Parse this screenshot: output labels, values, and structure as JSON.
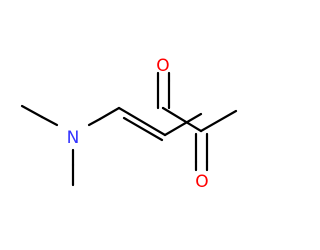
{
  "molecule": {
    "colors": {
      "bond": "#000000",
      "nitrogen": "#3333ff",
      "oxygen": "#ff0000",
      "background": "#ffffff"
    },
    "atoms": [
      {
        "id": "n1",
        "label": "N",
        "element": "nitrogen"
      },
      {
        "id": "o1",
        "label": "O",
        "element": "oxygen"
      },
      {
        "id": "o2",
        "label": "O",
        "element": "oxygen"
      }
    ]
  }
}
